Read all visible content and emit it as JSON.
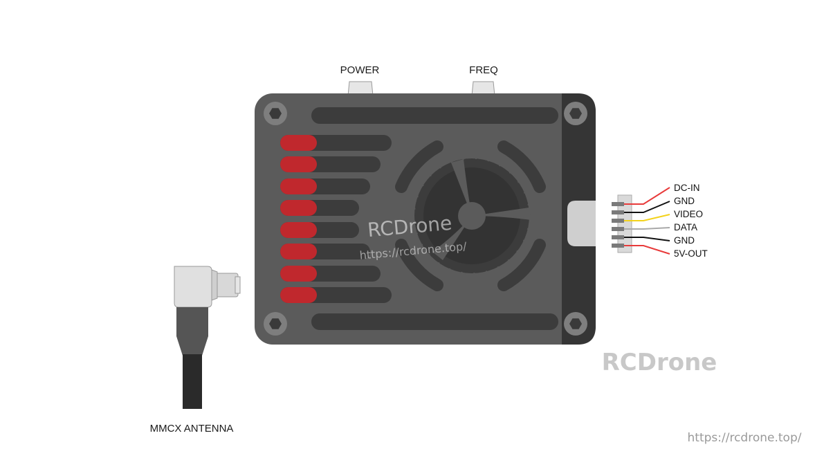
{
  "labels": {
    "power": "POWER",
    "freq": "FREQ",
    "antenna": "MMCX ANTENNA"
  },
  "pins": [
    {
      "label": "DC-IN",
      "color": "#e83a3a"
    },
    {
      "label": "GND",
      "color": "#111111"
    },
    {
      "label": "VIDEO",
      "color": "#f3d21a"
    },
    {
      "label": "DATA",
      "color": "#a8a8a8"
    },
    {
      "label": "GND",
      "color": "#111111"
    },
    {
      "label": "5V-OUT",
      "color": "#e83a3a"
    }
  ],
  "watermarks": {
    "center_logo": "RCDrone",
    "center_url": "https://rcdrone.top/",
    "corner_logo": "RCDrone",
    "corner_url": "https://rcdrone.top/"
  },
  "colors": {
    "body": "#5b5b5b",
    "body_dark": "#3a3a3a",
    "slot": "#3c3c3c",
    "led": "#c0282d"
  }
}
